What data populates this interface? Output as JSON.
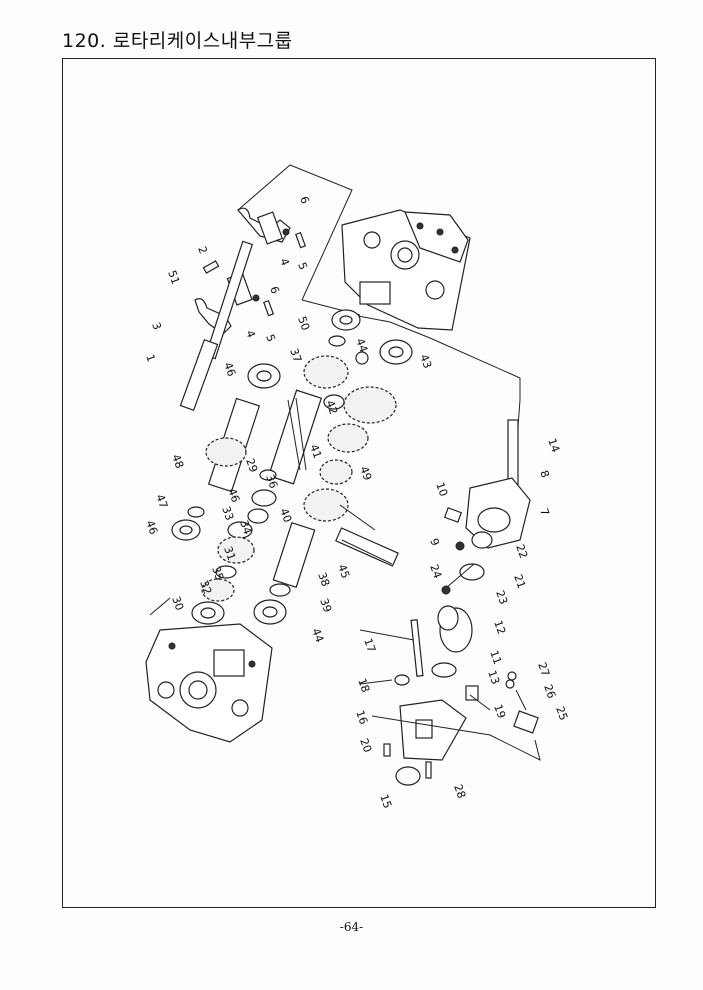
{
  "header": {
    "title": "120. 로타리케이스내부그룹"
  },
  "footer": {
    "page_number": "-64-"
  },
  "callouts": [
    {
      "id": "c6a",
      "text": "6"
    },
    {
      "id": "c2",
      "text": "2"
    },
    {
      "id": "c4a",
      "text": "4"
    },
    {
      "id": "c5a",
      "text": "5"
    },
    {
      "id": "c51",
      "text": "51"
    },
    {
      "id": "c6b",
      "text": "6"
    },
    {
      "id": "c3",
      "text": "3"
    },
    {
      "id": "c4b",
      "text": "4"
    },
    {
      "id": "c5b",
      "text": "5"
    },
    {
      "id": "c50",
      "text": "50"
    },
    {
      "id": "c44a",
      "text": "44"
    },
    {
      "id": "c43",
      "text": "43"
    },
    {
      "id": "c1",
      "text": "1"
    },
    {
      "id": "c46a",
      "text": "46"
    },
    {
      "id": "c37",
      "text": "37"
    },
    {
      "id": "c42",
      "text": "42"
    },
    {
      "id": "c14",
      "text": "14"
    },
    {
      "id": "c48",
      "text": "48"
    },
    {
      "id": "c29",
      "text": "29"
    },
    {
      "id": "c41",
      "text": "41"
    },
    {
      "id": "c49",
      "text": "49"
    },
    {
      "id": "c8",
      "text": "8"
    },
    {
      "id": "c10",
      "text": "10"
    },
    {
      "id": "c36",
      "text": "36"
    },
    {
      "id": "c46b",
      "text": "46"
    },
    {
      "id": "c47",
      "text": "47"
    },
    {
      "id": "c33",
      "text": "33"
    },
    {
      "id": "c40",
      "text": "40"
    },
    {
      "id": "c7",
      "text": "7"
    },
    {
      "id": "c46c",
      "text": "46"
    },
    {
      "id": "c34",
      "text": "34"
    },
    {
      "id": "c9",
      "text": "9"
    },
    {
      "id": "c22",
      "text": "22"
    },
    {
      "id": "c31",
      "text": "31"
    },
    {
      "id": "c35",
      "text": "35"
    },
    {
      "id": "c24",
      "text": "24"
    },
    {
      "id": "c21",
      "text": "21"
    },
    {
      "id": "c45",
      "text": "45"
    },
    {
      "id": "c32",
      "text": "32"
    },
    {
      "id": "c38",
      "text": "38"
    },
    {
      "id": "c23",
      "text": "23"
    },
    {
      "id": "c30",
      "text": "30"
    },
    {
      "id": "c39",
      "text": "39"
    },
    {
      "id": "c12",
      "text": "12"
    },
    {
      "id": "c44b",
      "text": "44"
    },
    {
      "id": "c17",
      "text": "17"
    },
    {
      "id": "c11",
      "text": "11"
    },
    {
      "id": "c18",
      "text": "18"
    },
    {
      "id": "c13",
      "text": "13"
    },
    {
      "id": "c27",
      "text": "27"
    },
    {
      "id": "c26",
      "text": "26"
    },
    {
      "id": "c19",
      "text": "19"
    },
    {
      "id": "c16",
      "text": "16"
    },
    {
      "id": "c25",
      "text": "25"
    },
    {
      "id": "c20",
      "text": "20"
    },
    {
      "id": "c28",
      "text": "28"
    },
    {
      "id": "c15",
      "text": "15"
    }
  ]
}
